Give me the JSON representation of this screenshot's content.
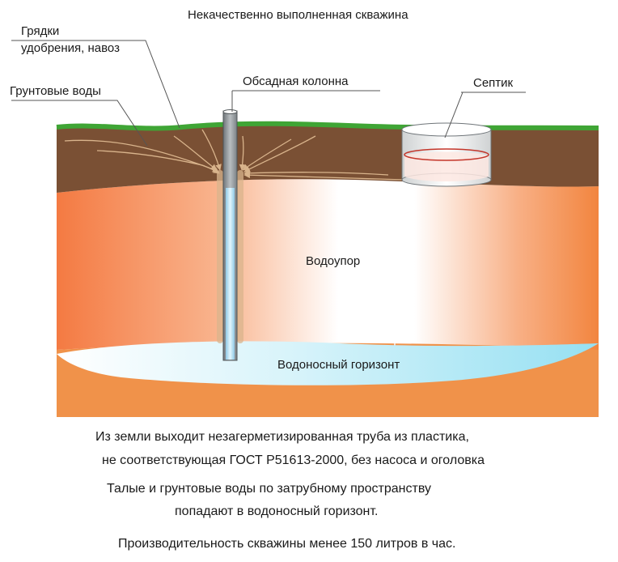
{
  "title": "Некачественно выполненная скважина",
  "labels": {
    "beds_line1": "Грядки",
    "beds_line2": "удобрения, навоз",
    "groundwater": "Грунтовые воды",
    "casing": "Обсадная колонна",
    "septic": "Септик",
    "aquitard": "Водоупор",
    "aquifer": "Водоносный горизонт"
  },
  "captions": [
    "Из земли выходит незагерметизированная труба из пластика,",
    "не соответствующая ГОСТ Р51613-2000, без насоса и оголовка",
    "Талые и грунтовые воды по затрубному пространству",
    "попадают в водоносный горизонт.",
    "Производительность скважины менее 150 литров в час."
  ],
  "colors": {
    "grass": "#3fa535",
    "soil": "#7a5034",
    "aquitard_edge": "#f47c48",
    "aquitard_center": "#ffffff",
    "aquifer": "#a8e6f4",
    "bottom_layer": "#f0924a",
    "casing": "#9aa0a4",
    "seepage": "#d9b48c"
  }
}
